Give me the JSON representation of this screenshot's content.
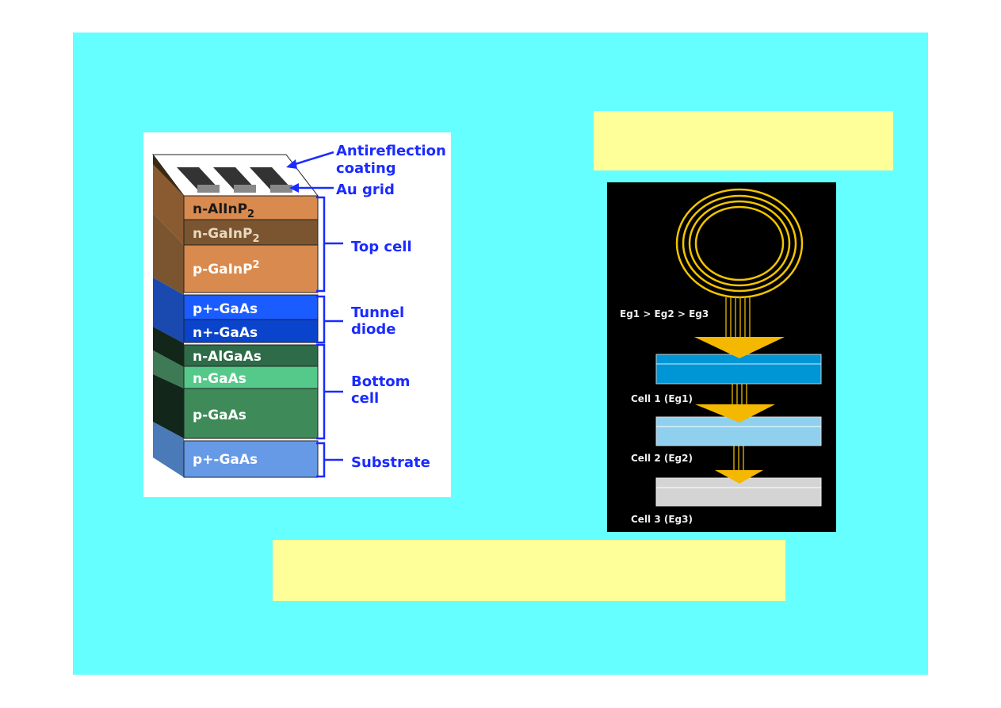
{
  "slide": {
    "background": "#66ffff",
    "note_box_color": "#ffff99"
  },
  "layer_diagram": {
    "labels": {
      "antireflection": "Antireflection",
      "coating": "coating",
      "au_grid": "Au grid",
      "top_cell": "Top cell",
      "tunnel": "Tunnel",
      "diode": "diode",
      "bottom": "Bottom",
      "cell": "cell",
      "substrate": "Substrate"
    },
    "layers": [
      {
        "name": "n-AlInP",
        "sub": "2",
        "color": "#d98a4e"
      },
      {
        "name": "n-GaInP",
        "sub": "2",
        "color": "#7a5530"
      },
      {
        "name": "p-GaInP",
        "sup": "2",
        "color": "#d98a4e"
      },
      {
        "name": "p+-GaAs",
        "color": "#1a5cff"
      },
      {
        "name": "n+-GaAs",
        "color": "#0a44cc"
      },
      {
        "name": "n-AlGaAs",
        "color": "#2e6b48"
      },
      {
        "name": "n-GaAs",
        "color": "#55c98a"
      },
      {
        "name": "p-GaAs",
        "color": "#3e8a58"
      },
      {
        "name": "p+-GaAs",
        "color": "#6699e6"
      }
    ]
  },
  "spectrum_diagram": {
    "eg_relation": "Eg1 > Eg2 > Eg3",
    "cells": [
      {
        "label": "Cell 1 (Eg1)",
        "color": "#0096d6"
      },
      {
        "label": "Cell 2 (Eg2)",
        "color": "#8fd0ef"
      },
      {
        "label": "Cell 3 (Eg3)",
        "color": "#d4d4d4"
      }
    ]
  }
}
